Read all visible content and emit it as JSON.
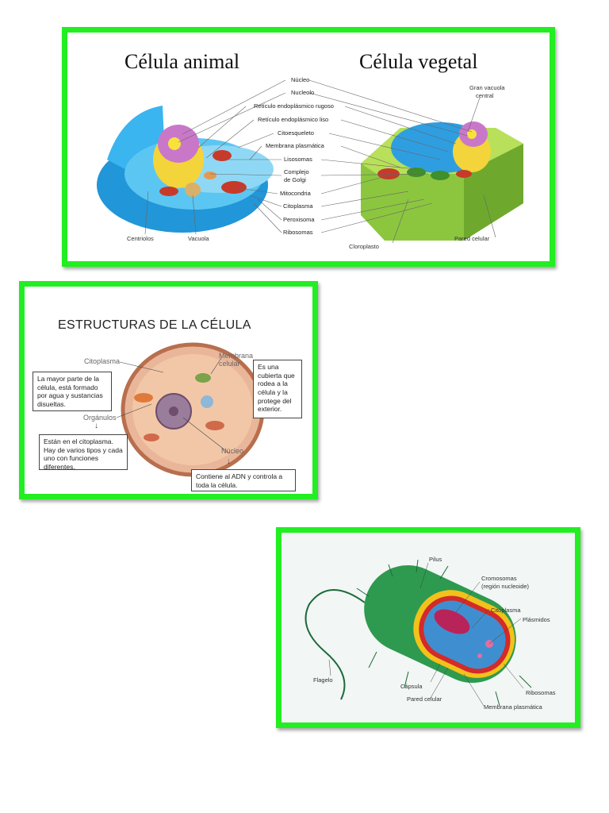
{
  "panel1": {
    "title_animal": "Célula animal",
    "title_vegetal": "Célula vegetal",
    "center_labels": [
      "Núcleo",
      "Nucleolo",
      "Retículo endoplásmico rugoso",
      "Retículo endoplásmico liso",
      "Citoesqueleto",
      "Membrana plasmática",
      "Lisosomas",
      "Complejo",
      "de Golgi",
      "Mitocondria",
      "Citoplasma",
      "Peroxisoma",
      "Ribosomas"
    ],
    "animal_labels": [
      "Centriolos",
      "Vacuola"
    ],
    "vegetal_labels": [
      "Gran vacuola",
      "central",
      "Cloroplasto",
      "Pared celular"
    ],
    "colors": {
      "border": "#22ee22",
      "animal_cell": "#2aa6e6",
      "vegetal_cell": "#9ccf2e",
      "vacuole": "#2f9ee0"
    }
  },
  "panel2": {
    "title": "ESTRUCTURAS DE LA CÉLULA",
    "lbl_citoplasma": "Citoplasma",
    "lbl_organulos": "Orgánulos",
    "lbl_membrana": "Membrana",
    "lbl_membrana2": "celular",
    "lbl_nucleo": "Núcleo",
    "box_citoplasma": "La mayor parte de la célula, está formado por agua y sustancias disueltas.",
    "box_organulos": "Están en el citoplasma. Hay de varios tipos y cada uno con funciones diferentes.",
    "box_membrana": "Es una cubierta que rodea a la célula y la protege del exterior.",
    "box_nucleo": "Contiene al ADN y controla a toda la célula.",
    "arrow": "↓"
  },
  "panel3": {
    "labels": {
      "pilus": "Pilus",
      "cromosomas": "Cromosomas",
      "region": "(región nucleoide)",
      "citoplasma": "Citoplasma",
      "plasmidos": "Plásmidos",
      "flagelo": "Flagelo",
      "capsula": "Cápsula",
      "pared": "Pared celular",
      "ribosomas": "Ribosomas",
      "membrana": "Membrana plasmática"
    },
    "colors": {
      "capsule": "#2e9a4f",
      "wall": "#f2c21a",
      "membrane": "#d42a2a",
      "cytoplasm": "#3f8fd0"
    }
  }
}
